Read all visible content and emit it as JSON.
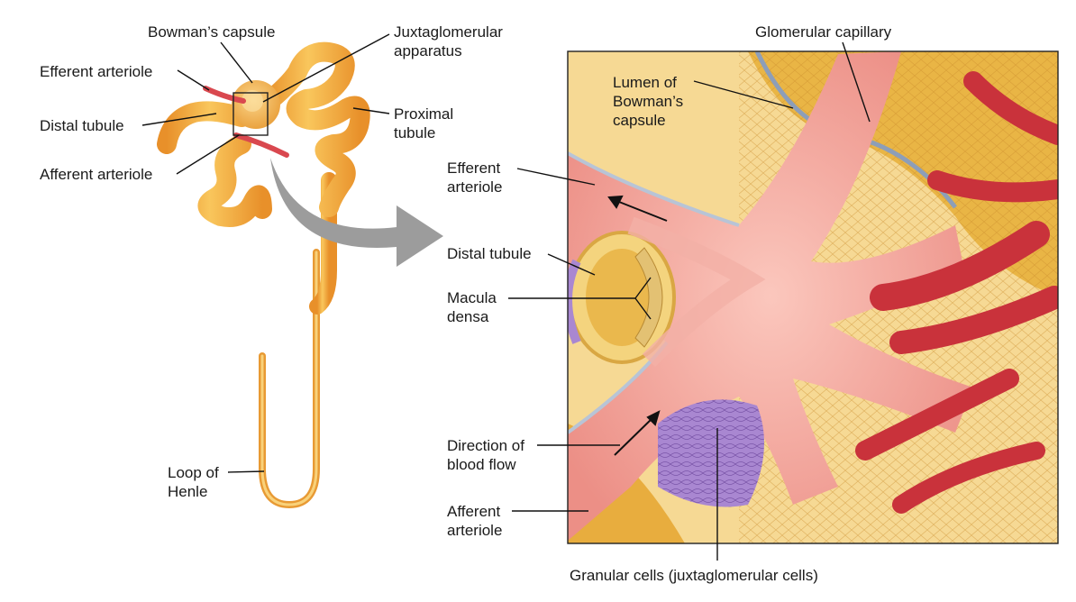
{
  "labels": {
    "bowmans_capsule": "Bowman’s capsule",
    "juxtaglomerular_apparatus": [
      "Juxtaglomerular",
      "apparatus"
    ],
    "glomerular_capillary": "Glomerular capillary",
    "efferent_arteriole_left": "Efferent arteriole",
    "distal_tubule_left": "Distal tubule",
    "afferent_arteriole_left": "Afferent arteriole",
    "proximal_tubule": [
      "Proximal",
      "tubule"
    ],
    "loop_of_henle": [
      "Loop of",
      "Henle"
    ],
    "lumen_of_bowmans_capsule": [
      "Lumen of",
      "Bowman’s",
      "capsule"
    ],
    "efferent_arteriole_right": [
      "Efferent",
      "arteriole"
    ],
    "distal_tubule_right": "Distal tubule",
    "macula_densa": [
      "Macula",
      "densa"
    ],
    "direction_of_blood_flow": [
      "Direction of",
      "blood flow"
    ],
    "afferent_arteriole_right": [
      "Afferent",
      "arteriole"
    ],
    "granular_cells": "Granular cells (juxtaglomerular cells)"
  },
  "colors": {
    "tubule": "#f0a93a",
    "tubule_highlight": "#f9d27a",
    "arteriole": "#d9484f",
    "capillary": "#c9323b",
    "vessel_pink": "#f2a49c",
    "capsule_yellow": "#e8b84a",
    "granular_purple": "#9b72c4",
    "zoom_arrow": "#9c9c9c"
  }
}
